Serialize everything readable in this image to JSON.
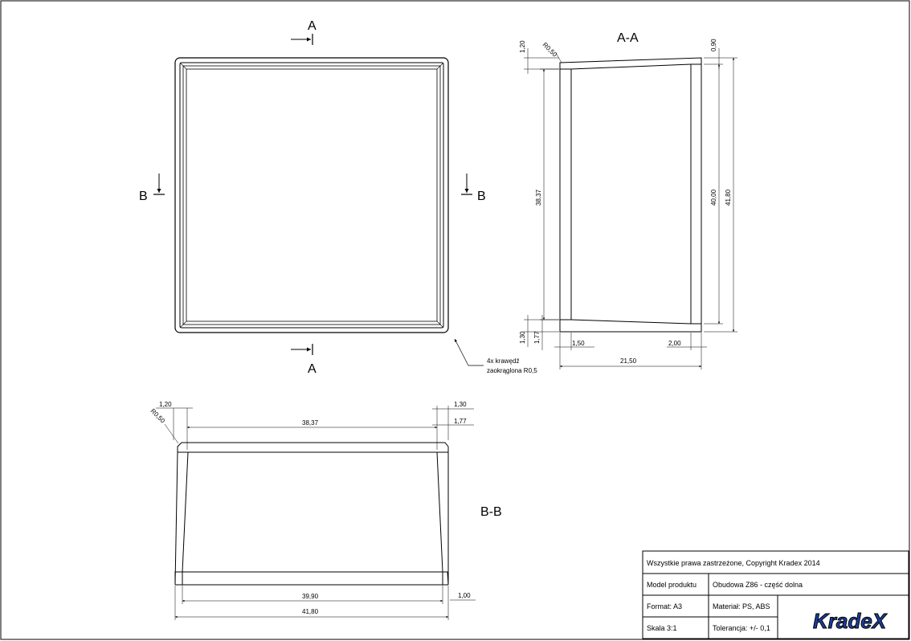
{
  "section_marks": {
    "a_top": "A",
    "a_bottom": "A",
    "b_left": "B",
    "b_right": "B"
  },
  "view_aa": {
    "title": "A-A",
    "dims": {
      "top_wall": "1,20",
      "radius": "R0,50",
      "top_right": "0,90",
      "inner_height": "38,37",
      "height_40": "40,00",
      "height_418": "41,80",
      "bot_130": "1,30",
      "bot_177": "1,77",
      "wall_150": "1,50",
      "wall_200": "2,00",
      "depth": "21,50"
    }
  },
  "note": {
    "line1": "4x krawędź",
    "line2": "zaokrąglona R0,5"
  },
  "view_bb": {
    "title": "B-B",
    "dims": {
      "left_120": "1,20",
      "radius": "R0,50",
      "right_130": "1,30",
      "right_177": "1,77",
      "top_width": "38,37",
      "base_width": "39,90",
      "total_width": "41,80",
      "base_height": "1,00"
    }
  },
  "title_block": {
    "copyright": "Wszystkie prawa zastrzeżone, Copyright Kradex 2014",
    "model_label": "Model produktu",
    "model_value": "Obudowa Z86 - część dolna",
    "format": "Format: A3",
    "material": "Materiał: PS, ABS",
    "scale": "Skala 3:1",
    "tolerance": "Tolerancja: +/- 0,1",
    "logo": "KradeX",
    "logo_color": "#1c3f9c"
  }
}
